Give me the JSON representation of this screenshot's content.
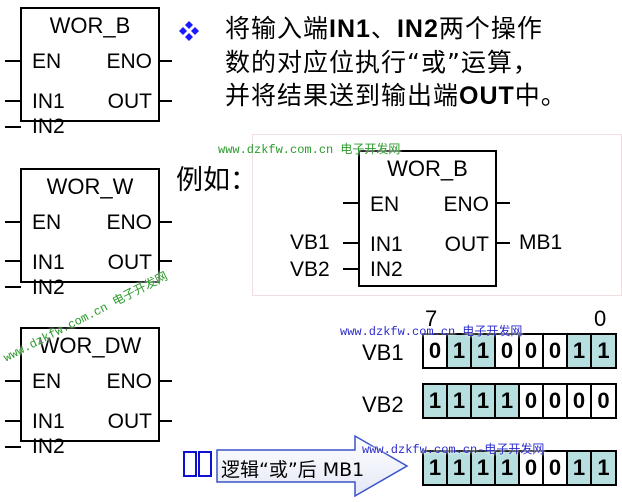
{
  "blocks": [
    {
      "title": "WOR_B",
      "pins": {
        "en": "EN",
        "eno": "ENO",
        "in1": "IN1",
        "out": "OUT",
        "in2": "IN2"
      }
    },
    {
      "title": "WOR_W",
      "pins": {
        "en": "EN",
        "eno": "ENO",
        "in1": "IN1",
        "out": "OUT",
        "in2": "IN2"
      }
    },
    {
      "title": "WOR_DW",
      "pins": {
        "en": "EN",
        "eno": "ENO",
        "in1": "IN1",
        "out": "OUT",
        "in2": "IN2"
      }
    }
  ],
  "description": {
    "bullet_icon": "four-diamond-bullet",
    "line1_a": "将输入端",
    "line1_b": "IN1",
    "line1_c": "、",
    "line1_d": "IN2",
    "line1_e": "两个操作",
    "line2": "数的对应位执行“或”运算，",
    "line3_a": "并将结果送到输出端",
    "line3_b": "OUT",
    "line3_c": "中。"
  },
  "example": {
    "label": "例如：",
    "block": {
      "title": "WOR_B",
      "pins": {
        "en": "EN",
        "eno": "ENO",
        "in1": "IN1",
        "out": "OUT",
        "in2": "IN2"
      }
    },
    "input1": "VB1",
    "input2": "VB2",
    "output": "MB1"
  },
  "registers": {
    "msb_label": "7",
    "lsb_label": "0",
    "vb1": {
      "label": "VB1",
      "bits": [
        "0",
        "1",
        "1",
        "0",
        "0",
        "0",
        "1",
        "1"
      ]
    },
    "vb2": {
      "label": "VB2",
      "bits": [
        "1",
        "1",
        "1",
        "1",
        "0",
        "0",
        "0",
        "0"
      ]
    },
    "result": {
      "label": "逻辑“或”后 MB1",
      "bits": [
        "1",
        "1",
        "1",
        "1",
        "0",
        "0",
        "1",
        "1"
      ]
    }
  },
  "colors": {
    "bit_on": "#b7dfe0",
    "bullet": "#1a1aff",
    "watermark": "#2b9a2b",
    "watermark_blue": "#2a2acc"
  },
  "watermarks": {
    "text1": "www.dzkfw.com.cn 电子开发网",
    "text2": "www.dzkfw.com.cn 电子开发网",
    "text3": "www.dzkfw.com.cn 电子开发网",
    "text4": "www.dzkfw.com.cn-电子开发网"
  }
}
